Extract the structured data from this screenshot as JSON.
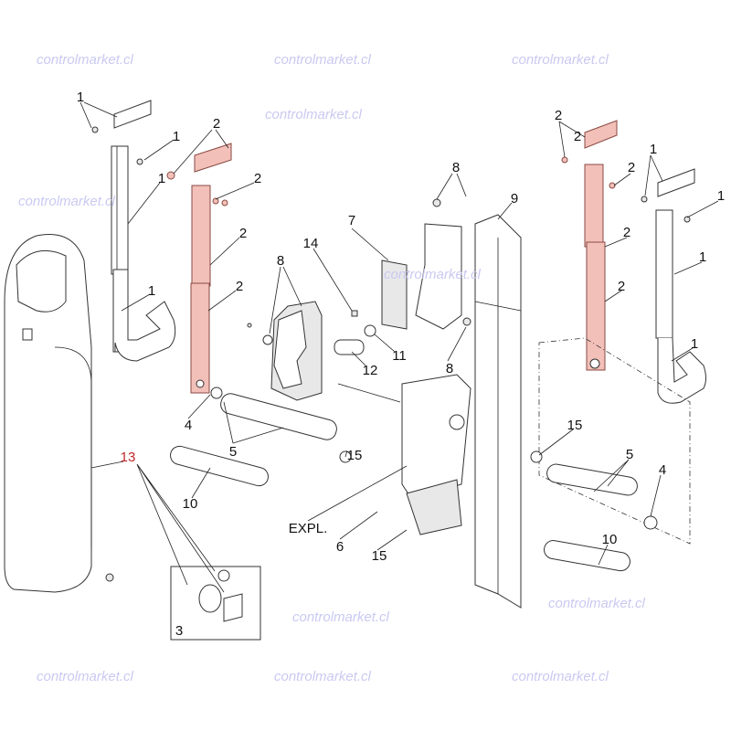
{
  "watermark": "controlmarket.cl",
  "diagram": {
    "labels_left": [
      "1",
      "1",
      "1",
      "1",
      "2",
      "2",
      "2",
      "2",
      "4",
      "5",
      "10",
      "13",
      "3"
    ],
    "labels_center": [
      "8",
      "14",
      "7",
      "8",
      "9",
      "11",
      "12",
      "8",
      "15",
      "EXPL.",
      "6",
      "15"
    ],
    "labels_right": [
      "2",
      "2",
      "2",
      "2",
      "2",
      "1",
      "1",
      "1",
      "1",
      "15",
      "5",
      "4",
      "10"
    ]
  },
  "colors": {
    "highlight_part": "#f2c0b8",
    "highlight_label": "#c0282a",
    "watermark": "#c9c9f2"
  }
}
